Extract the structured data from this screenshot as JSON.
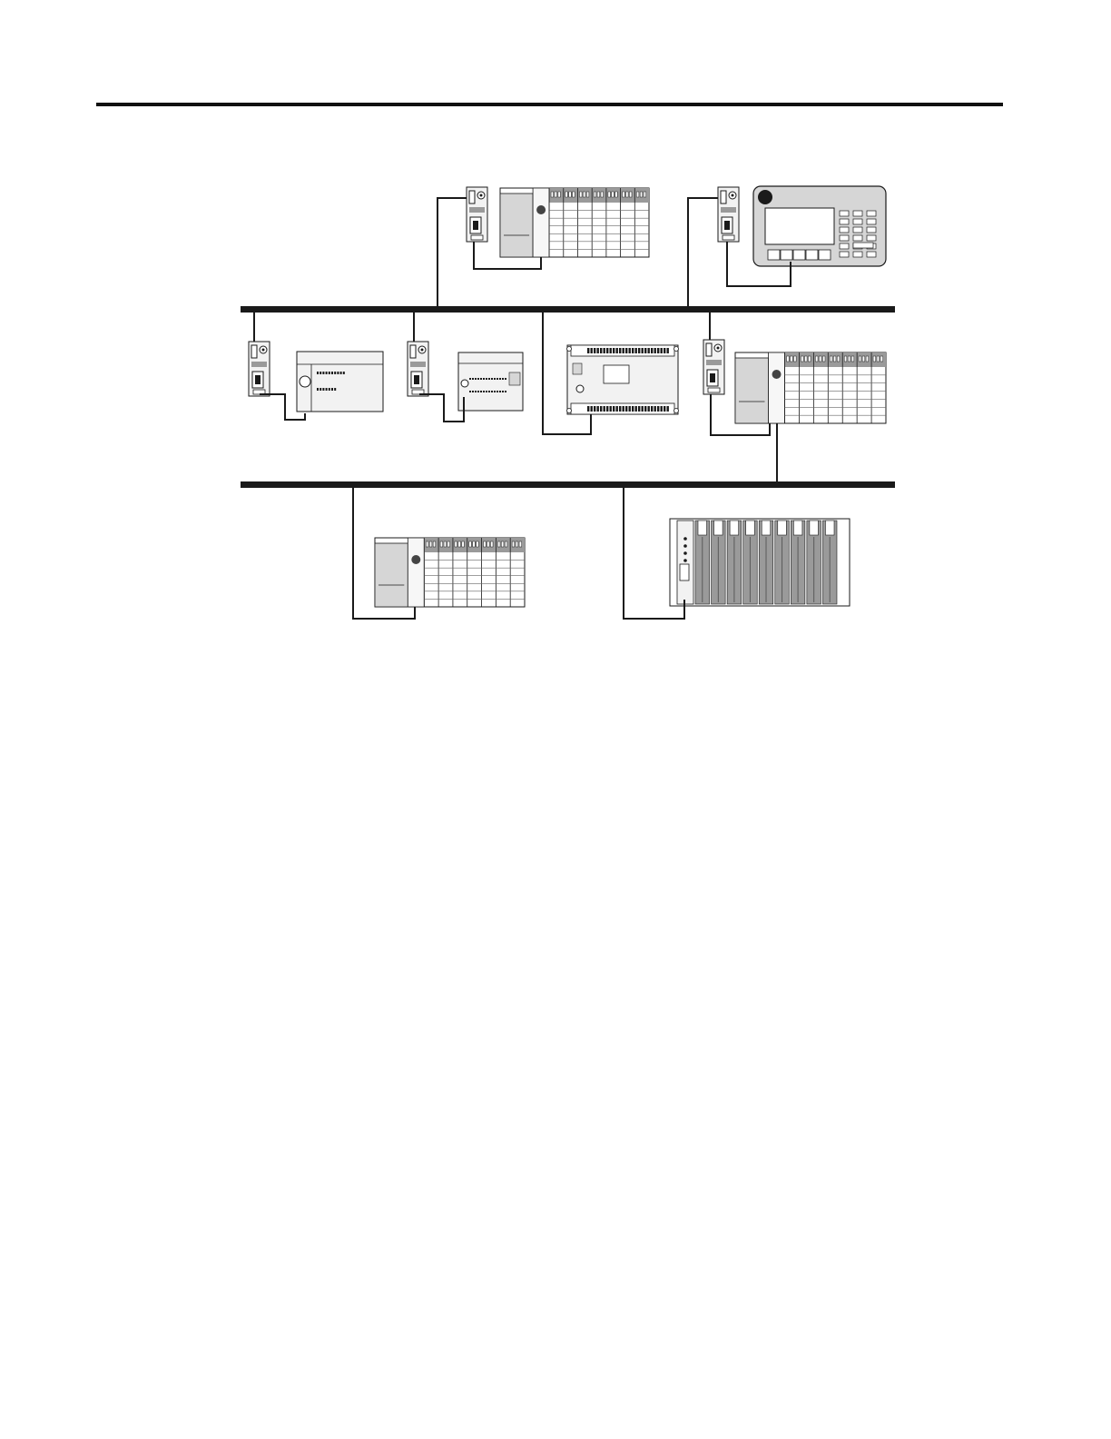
{
  "page": {
    "background": "#ffffff",
    "ink": "#1a1a1a",
    "device_fill": "#f2f2f2",
    "device_shade": "#9a9a9a",
    "panel_fill": "#d6d6d6"
  },
  "diagram": {
    "buses": [
      "network-trunk-upper",
      "network-trunk-lower"
    ],
    "devices": [
      {
        "name": "interface-module-top-left",
        "kind": "interface-module"
      },
      {
        "name": "modular-controller-top",
        "kind": "modular-controller"
      },
      {
        "name": "interface-module-top-right",
        "kind": "interface-module"
      },
      {
        "name": "operator-terminal",
        "kind": "operator-terminal"
      },
      {
        "name": "interface-module-mid-1",
        "kind": "interface-module"
      },
      {
        "name": "micro-controller-a",
        "kind": "micro-controller"
      },
      {
        "name": "interface-module-mid-2",
        "kind": "interface-module"
      },
      {
        "name": "micro-controller-b",
        "kind": "micro-controller"
      },
      {
        "name": "micro-controller-c",
        "kind": "micro-controller"
      },
      {
        "name": "interface-module-mid-4",
        "kind": "interface-module"
      },
      {
        "name": "modular-controller-mid",
        "kind": "modular-controller"
      },
      {
        "name": "modular-controller-bottom",
        "kind": "modular-controller"
      },
      {
        "name": "chassis-controller",
        "kind": "chassis-controller"
      }
    ]
  }
}
